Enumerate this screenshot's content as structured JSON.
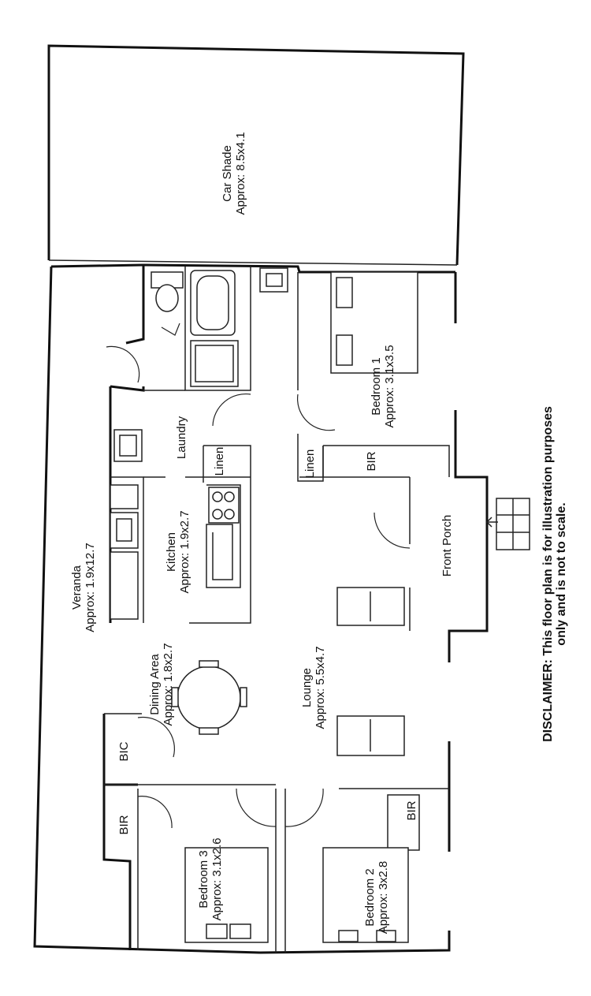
{
  "rooms": {
    "car_shade": {
      "name": "Car Shade",
      "size": "Approx: 8.5x4.1"
    },
    "bedroom1": {
      "name": "Bedroom 1",
      "size": "Approx: 3.1x3.5"
    },
    "laundry": {
      "name": "Laundry"
    },
    "linen_laundry": {
      "name": "Linen"
    },
    "linen_hall": {
      "name": "Linen"
    },
    "bir_bed1": {
      "name": "BIR"
    },
    "kitchen": {
      "name": "Kitchen",
      "size": "Approx: 1.9x2.7"
    },
    "veranda": {
      "name": "Veranda",
      "size": "Approx: 1.9x12.7"
    },
    "front_porch": {
      "name": "Front Porch"
    },
    "dining": {
      "name": "Dining Area",
      "size": "Approx: 1.8x2.7"
    },
    "lounge": {
      "name": "Lounge",
      "size": "Approx: 5.5x4.7"
    },
    "bic": {
      "name": "BIC"
    },
    "bir_bed3": {
      "name": "BIR"
    },
    "bir_bed2": {
      "name": "BIR"
    },
    "bedroom3": {
      "name": "Bedroom 3",
      "size": "Approx: 3.1x2.6"
    },
    "bedroom2": {
      "name": "Bedroom 2",
      "size": "Approx: 3x2.8"
    }
  },
  "disclaimer": {
    "line1": "DISCLAIMER: This floor plan is for illustration purposes",
    "line2": "only and is not to scale."
  }
}
